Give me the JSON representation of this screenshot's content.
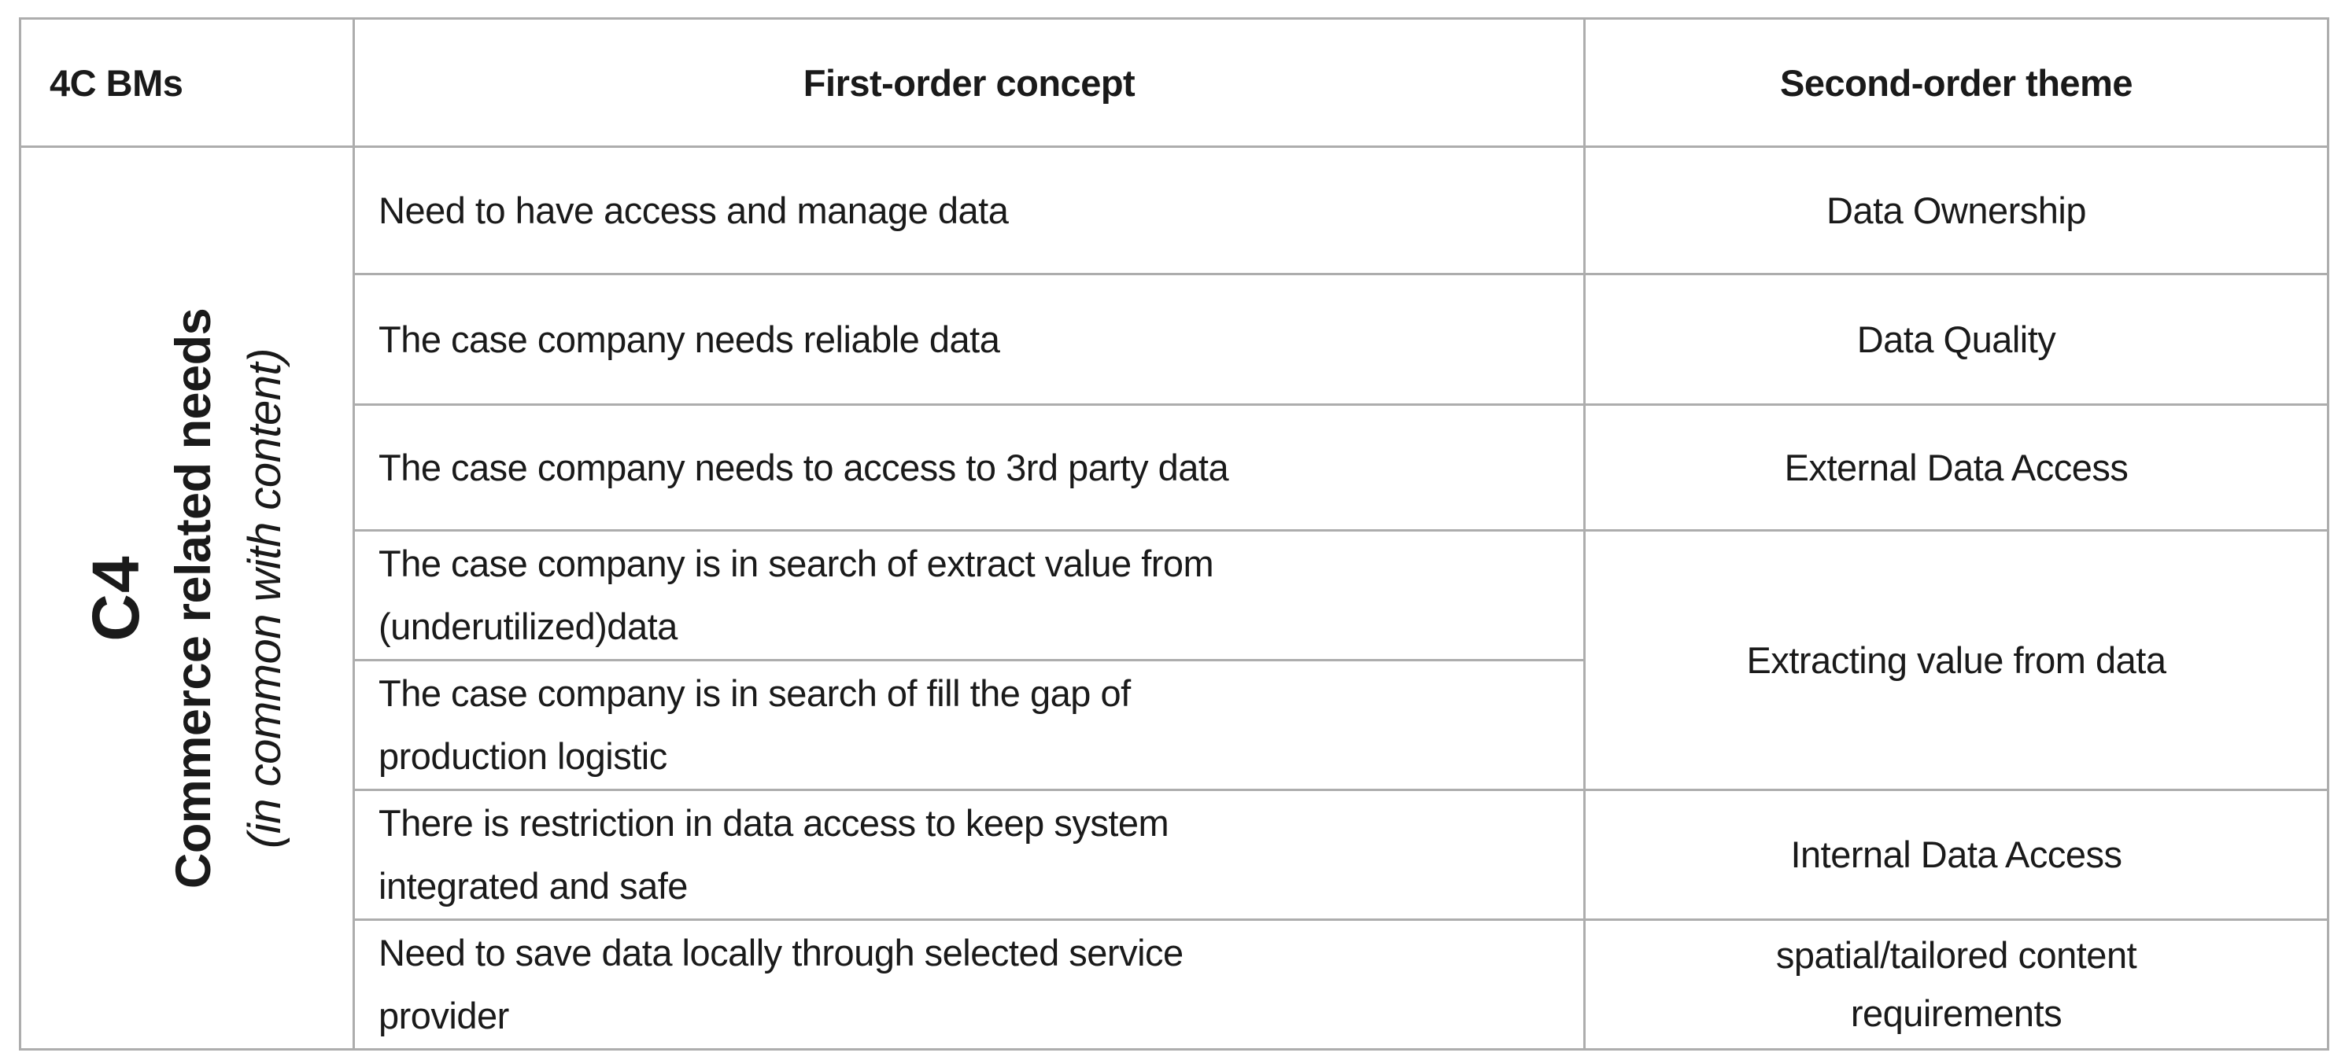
{
  "table": {
    "colors": {
      "border": "#adadad",
      "text": "#1a1a1a",
      "background": "#ffffff"
    },
    "headers": {
      "bm": "4C BMs",
      "concept": "First-order concept",
      "theme": "Second-order theme"
    },
    "group": {
      "code": "C4",
      "title": "Commerce related needs",
      "subtitle": "(in common with content)"
    },
    "rows": [
      {
        "concept": "Need to have access and manage data",
        "theme": "Data Ownership"
      },
      {
        "concept": "The case company needs reliable data",
        "theme": "Data Quality"
      },
      {
        "concept": "The case company needs to access to 3rd party data",
        "theme": "External Data Access"
      },
      {
        "concept": "The case company is in search of extract value from\n(underutilized)data",
        "theme": "Extracting value from data"
      },
      {
        "concept": "The case company is in search of fill the gap of\nproduction logistic"
      },
      {
        "concept": "There is restriction in data access to keep system\nintegrated and safe",
        "theme": "Internal Data Access"
      },
      {
        "concept": "Need to save data locally through selected service\nprovider",
        "theme": "spatial/tailored content\nrequirements"
      }
    ]
  }
}
